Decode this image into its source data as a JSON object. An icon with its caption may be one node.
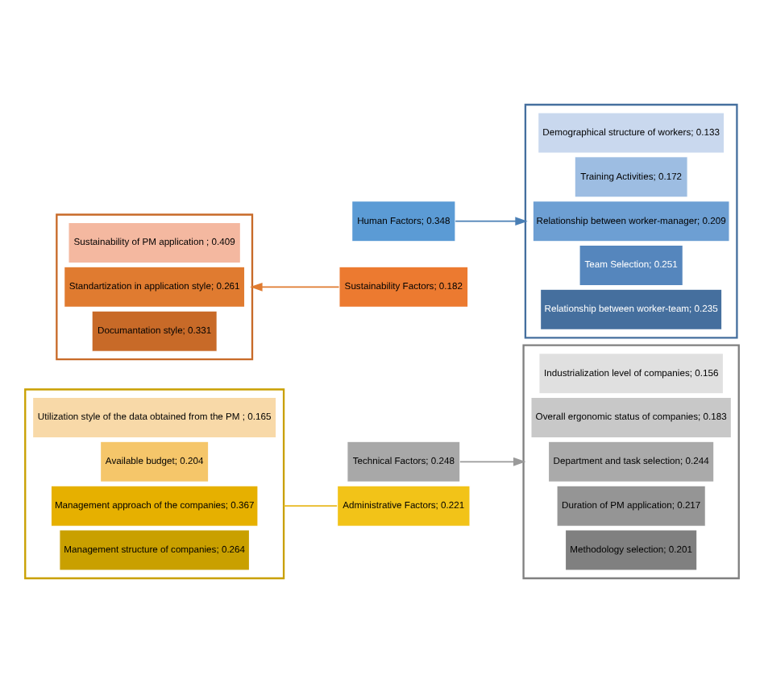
{
  "diagram": {
    "nodes": [
      {
        "text": [],
        "shape": "box"
      },
      {
        "text": [
          "Utilization style of the data obtained from the PM ; 0.165"
        ],
        "in": 0
      },
      {
        "text": [
          "Available budget; 0.204"
        ],
        "in": 0
      },
      {
        "text": [
          "Management approach of the companies; 0.367"
        ],
        "in": 0
      },
      {
        "text": [
          "Management structure of companies; 0.264"
        ],
        "in": 0
      },
      {
        "text": [
          "Administrative Factors; 0.221"
        ]
      },
      {
        "text": [
          "Technical Factors; 0.248"
        ]
      },
      {
        "text": [
          "Sustainability Factors; 0.182"
        ]
      },
      {
        "text": [
          "Human Factors; 0.348"
        ]
      },
      {
        "text": [],
        "shape": "box"
      },
      {
        "text": [
          "Industrialization level of companies; 0.156"
        ],
        "in": 9
      },
      {
        "text": [
          "Overall ergonomic status of companies; 0.183"
        ],
        "in": 9
      },
      {
        "text": [
          "Department and task selection; 0.244"
        ],
        "in": 9
      },
      {
        "text": [
          "Duration of PM application; 0.217"
        ],
        "in": 9
      },
      {
        "text": [
          "Methodology selection; 0.201"
        ],
        "in": 9
      },
      {
        "text": [],
        "shape": "box"
      },
      {
        "text": [
          "Sustainability of PM application ; 0.409"
        ],
        "in": 15
      },
      {
        "text": [
          "Standartization in application style; 0.261"
        ],
        "in": 15
      },
      {
        "text": [
          "Documantation style; 0.331"
        ],
        "in": 15
      },
      {
        "text": [],
        "shape": "box"
      },
      {
        "text": [
          "Demographical structure of workers; 0.133"
        ],
        "in": 19
      },
      {
        "text": [
          "Training Activities; 0.172"
        ],
        "in": 19
      },
      {
        "text": [
          "Relationship between worker-manager; 0.209"
        ],
        "in": 19
      },
      {
        "text": [
          "Team Selection; 0.251"
        ],
        "in": 19
      },
      {
        "text": [
          "Relationship between worker-team; 0.235"
        ],
        "in": 19
      }
    ],
    "edges": [
      {
        "from": 5,
        "to": 0,
        "arrow": "none",
        "color": "#e8b820"
      },
      {
        "from": 6,
        "to": 9,
        "arrow": "to",
        "color": "#9a9a9a"
      },
      {
        "from": 7,
        "to": 15,
        "arrow": "to",
        "color": "#e07b30"
      },
      {
        "from": 8,
        "to": 19,
        "arrow": "to",
        "color": "#4a7fb5"
      }
    ]
  }
}
